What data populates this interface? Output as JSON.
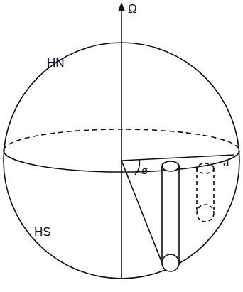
{
  "diagram": {
    "labels": [
      "Ω",
      "HN",
      "HS",
      "ø",
      "a"
    ]
  }
}
